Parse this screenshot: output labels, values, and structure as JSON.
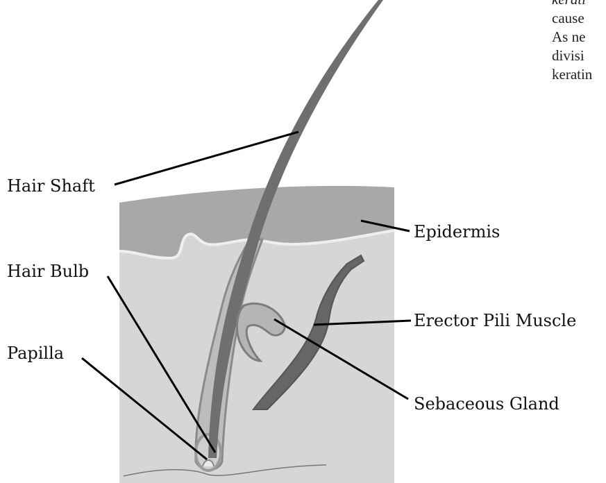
{
  "paragraph_fragment": {
    "lines": [
      "kerati",
      "cause",
      "As ne",
      "divisi",
      "keratin"
    ]
  },
  "labels": {
    "hair_shaft": "Hair Shaft",
    "epidermis": "Epidermis",
    "hair_bulb": "Hair Bulb",
    "erector_pili_muscle": "Erector Pili Muscle",
    "papilla": "Papilla",
    "sebaceous_gland": "Sebaceous Gland"
  }
}
